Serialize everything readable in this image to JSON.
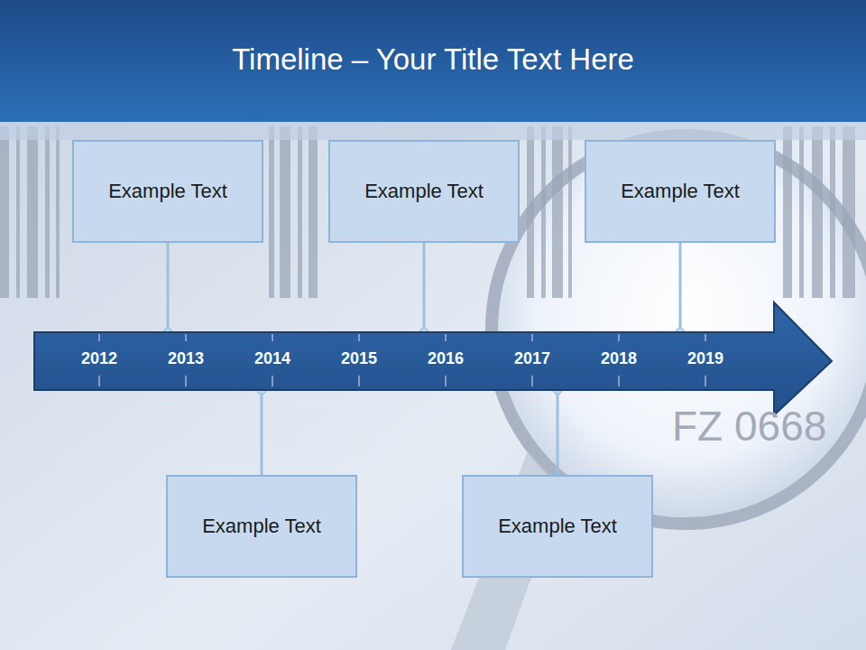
{
  "diagram": {
    "title": "Timeline – Your Title Text Here",
    "nodes": [
      {
        "text": [
          "Example Text"
        ]
      },
      {
        "text": [
          "Example Text"
        ]
      },
      {
        "text": [
          "Example Text"
        ]
      },
      {
        "text": [
          "2012",
          "2013",
          "2014",
          "2015",
          "2016",
          "2017",
          "2018",
          "2019"
        ]
      },
      {
        "text": [
          "Example Text"
        ]
      },
      {
        "text": [
          "Example Text"
        ]
      }
    ],
    "edges": [
      {
        "from": 0,
        "to": 3,
        "arrow": "none"
      },
      {
        "from": 1,
        "to": 3,
        "arrow": "none"
      },
      {
        "from": 2,
        "to": 3,
        "arrow": "none"
      },
      {
        "from": 4,
        "to": 3,
        "arrow": "none"
      },
      {
        "from": 5,
        "to": 3,
        "arrow": "none"
      }
    ],
    "labels": [
      "FZ 0668"
    ]
  }
}
